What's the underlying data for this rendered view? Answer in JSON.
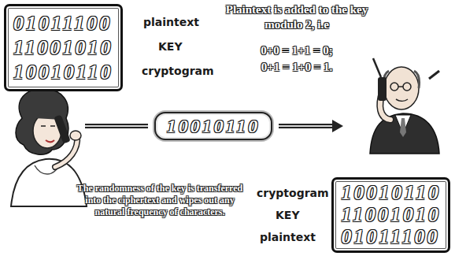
{
  "diagram": {
    "nodes": [
      {
        "text": [
          "01011100",
          "11001010",
          "10010110"
        ]
      },
      {
        "text": [
          "10010110"
        ]
      },
      {
        "text": [
          "10010110",
          "11001010",
          "01011100"
        ]
      }
    ],
    "labels": [
      "plaintext",
      "KEY",
      "cryptogram",
      "Plaintext is added to the key modulo 2, i.e",
      "0+0 = 1+1 = 0;",
      "0+1 = 1+0 = 1.",
      "The randomness of the key is transferred into the ciphertext and wipes out any natural frequency of characters.",
      "cryptogram",
      "KEY",
      "plaintext"
    ]
  }
}
